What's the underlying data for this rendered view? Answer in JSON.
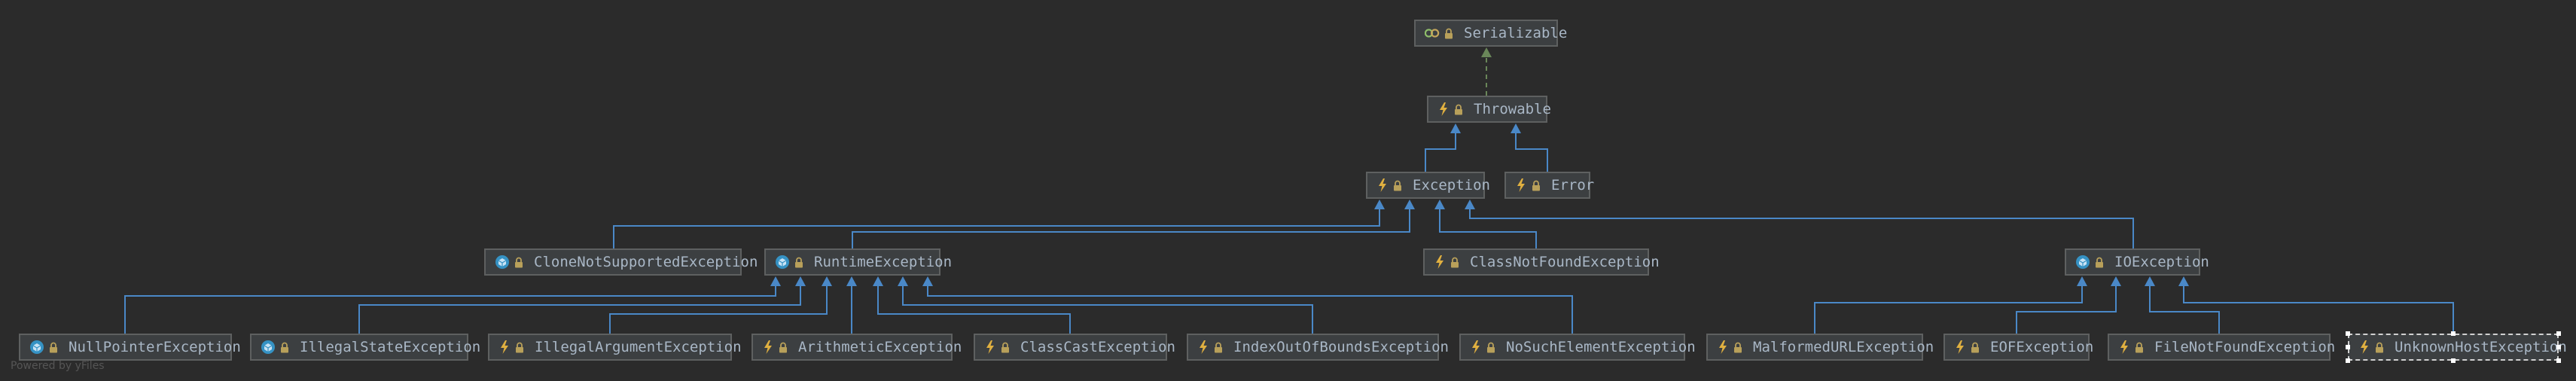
{
  "colors": {
    "background": "#2b2b2b",
    "node_fill": "#3c3f41",
    "node_border": "#5e6060",
    "node_text": "#a9b7c6",
    "extends_edge": "#4a88c7",
    "implements_edge": "#6a8759",
    "exception_icon": "#e0b040",
    "class_icon": "#3592c4",
    "lock_icon": "#b8a05a"
  },
  "nodes": [
    {
      "id": "Serializable",
      "label": "Serializable",
      "icon": "interface-icon"
    },
    {
      "id": "Throwable",
      "label": "Throwable",
      "icon": "exception-icon"
    },
    {
      "id": "Exception",
      "label": "Exception",
      "icon": "exception-icon"
    },
    {
      "id": "Error",
      "label": "Error",
      "icon": "exception-icon"
    },
    {
      "id": "CloneNotSupportedException",
      "label": "CloneNotSupportedException",
      "icon": "class-icon"
    },
    {
      "id": "RuntimeException",
      "label": "RuntimeException",
      "icon": "class-icon"
    },
    {
      "id": "ClassNotFoundException",
      "label": "ClassNotFoundException",
      "icon": "exception-icon"
    },
    {
      "id": "IOException",
      "label": "IOException",
      "icon": "class-icon"
    },
    {
      "id": "NullPointerException",
      "label": "NullPointerException",
      "icon": "class-icon"
    },
    {
      "id": "IllegalStateException",
      "label": "IllegalStateException",
      "icon": "class-icon"
    },
    {
      "id": "IllegalArgumentException",
      "label": "IllegalArgumentException",
      "icon": "exception-icon"
    },
    {
      "id": "ArithmeticException",
      "label": "ArithmeticException",
      "icon": "exception-icon"
    },
    {
      "id": "ClassCastException",
      "label": "ClassCastException",
      "icon": "exception-icon"
    },
    {
      "id": "IndexOutOfBoundsException",
      "label": "IndexOutOfBoundsException",
      "icon": "exception-icon"
    },
    {
      "id": "NoSuchElementException",
      "label": "NoSuchElementException",
      "icon": "exception-icon"
    },
    {
      "id": "MalformedURLException",
      "label": "MalformedURLException",
      "icon": "exception-icon"
    },
    {
      "id": "EOFException",
      "label": "EOFException",
      "icon": "exception-icon"
    },
    {
      "id": "FileNotFoundException",
      "label": "FileNotFoundException",
      "icon": "exception-icon"
    },
    {
      "id": "UnknownHostException",
      "label": "UnknownHostException",
      "icon": "exception-icon",
      "selected": true
    }
  ],
  "edges": [
    {
      "from": "Throwable",
      "to": "Serializable",
      "kind": "implements"
    },
    {
      "from": "Exception",
      "to": "Throwable",
      "kind": "extends"
    },
    {
      "from": "Error",
      "to": "Throwable",
      "kind": "extends"
    },
    {
      "from": "CloneNotSupportedException",
      "to": "Exception",
      "kind": "extends"
    },
    {
      "from": "RuntimeException",
      "to": "Exception",
      "kind": "extends"
    },
    {
      "from": "ClassNotFoundException",
      "to": "Exception",
      "kind": "extends"
    },
    {
      "from": "IOException",
      "to": "Exception",
      "kind": "extends"
    },
    {
      "from": "NullPointerException",
      "to": "RuntimeException",
      "kind": "extends"
    },
    {
      "from": "IllegalStateException",
      "to": "RuntimeException",
      "kind": "extends"
    },
    {
      "from": "IllegalArgumentException",
      "to": "RuntimeException",
      "kind": "extends"
    },
    {
      "from": "ArithmeticException",
      "to": "RuntimeException",
      "kind": "extends"
    },
    {
      "from": "ClassCastException",
      "to": "RuntimeException",
      "kind": "extends"
    },
    {
      "from": "IndexOutOfBoundsException",
      "to": "RuntimeException",
      "kind": "extends"
    },
    {
      "from": "NoSuchElementException",
      "to": "RuntimeException",
      "kind": "extends"
    },
    {
      "from": "MalformedURLException",
      "to": "IOException",
      "kind": "extends"
    },
    {
      "from": "EOFException",
      "to": "IOException",
      "kind": "extends"
    },
    {
      "from": "FileNotFoundException",
      "to": "IOException",
      "kind": "extends"
    },
    {
      "from": "UnknownHostException",
      "to": "IOException",
      "kind": "extends"
    }
  ],
  "watermark": "Powered by yFiles"
}
